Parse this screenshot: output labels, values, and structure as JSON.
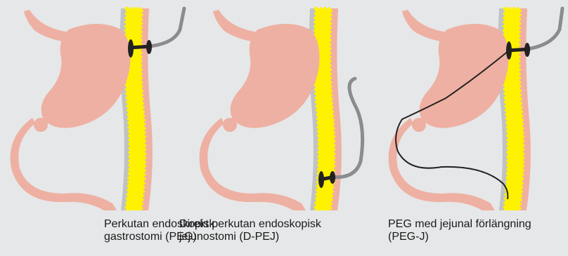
{
  "panels": [
    {
      "caption": {
        "line1": "Perkutan endoskopisk",
        "line2": "gastrostomi (PEG)"
      }
    },
    {
      "caption": {
        "line1": "Direkt perkutan endoskopisk",
        "line2": "jejunostomi (D-PEJ)"
      }
    },
    {
      "caption": {
        "line1": "PEG med jejunal förlängning",
        "line2": "(PEG-J)"
      }
    }
  ],
  "colors": {
    "background": "#e6e7e8",
    "tissue": "#eeb0a2",
    "fat_layer": "#fff200",
    "peritoneum_shadow": "#b3b5b8",
    "tube": "#8a8c8e",
    "device": "#222222"
  }
}
